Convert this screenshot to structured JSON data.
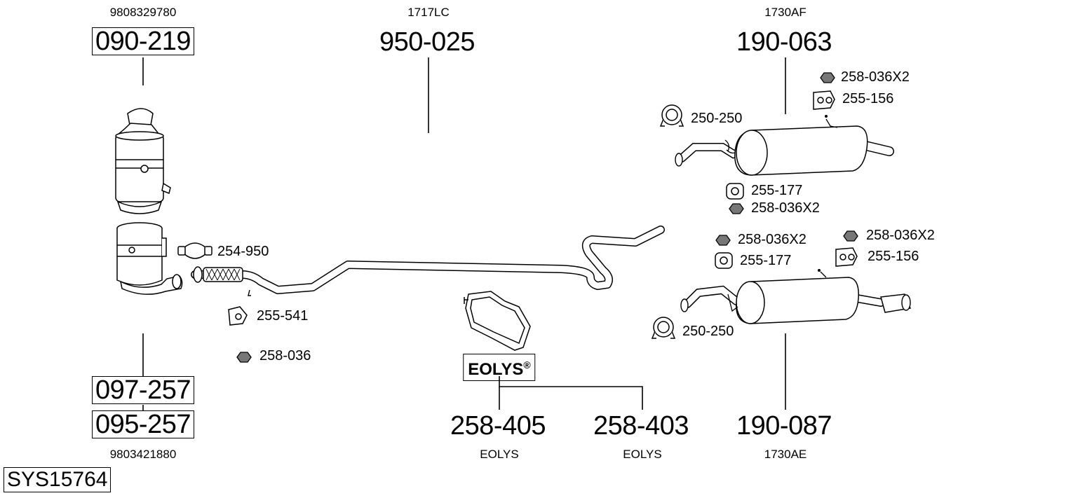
{
  "diagram": {
    "system_code": "SYS15764",
    "groups": {
      "catalyst": {
        "oem_top": "9808329780",
        "part_top": "090-219"
      },
      "dpf": {
        "part_a": "097-257",
        "part_b": "095-257",
        "oem_bottom": "9803421880"
      },
      "middle_pipe": {
        "oem_top": "1717LC",
        "part_top": "950-025"
      },
      "rear_silencer_top": {
        "oem_top": "1730AF",
        "part_top": "190-063"
      },
      "rear_silencer_bottom": {
        "part": "190-087",
        "oem_bottom": "1730AE"
      },
      "eolys": {
        "badge": "EOLYS",
        "reg": "®",
        "part_left": "258-405",
        "label_left": "EOLYS",
        "part_right": "258-403",
        "label_right": "EOLYS"
      }
    },
    "accessories": {
      "clamp_front": "254-950",
      "mount_front": "255-541",
      "nut_front": "258-036",
      "nut_top_1": "258-036X2",
      "hanger_top_1": "255-156",
      "clamp_top": "250-250",
      "mount_mid_1": "255-177",
      "nut_mid_1": "258-036X2",
      "nut_mid_2": "258-036X2",
      "nut_mid_3": "258-036X2",
      "mount_mid_2": "255-177",
      "hanger_mid": "255-156",
      "clamp_bottom": "250-250"
    }
  }
}
